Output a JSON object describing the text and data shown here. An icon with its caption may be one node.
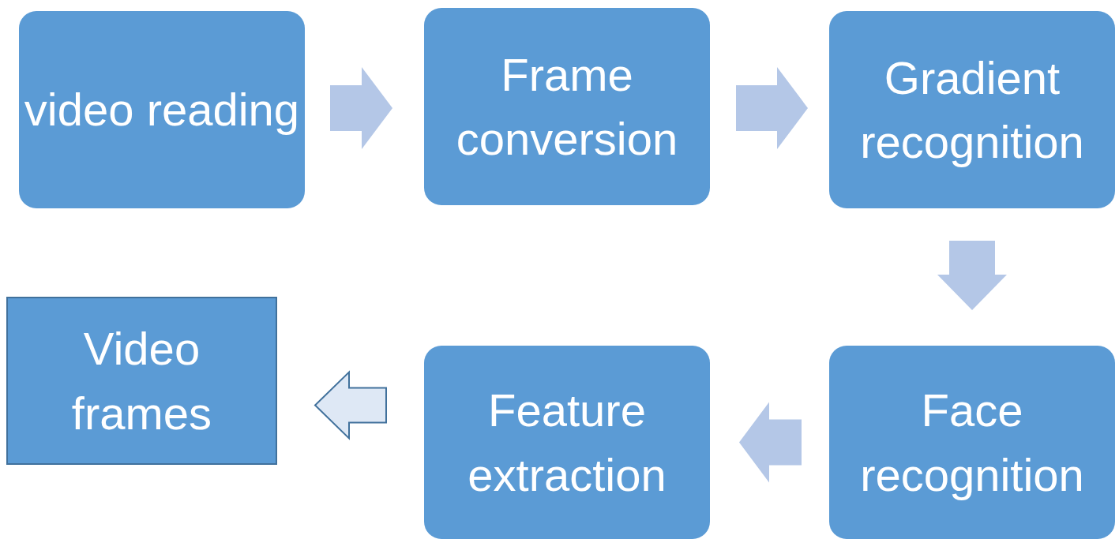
{
  "diagram": {
    "nodes": [
      {
        "text": [
          "video reading"
        ]
      },
      {
        "text": [
          "Frame conversion"
        ]
      },
      {
        "text": [
          "Gradient recognition"
        ]
      },
      {
        "text": [
          "Face recognition"
        ]
      },
      {
        "text": [
          "Feature extraction"
        ]
      },
      {
        "text": [
          "Video frames"
        ]
      }
    ],
    "edges": [
      {
        "from": 0,
        "to": 1,
        "arrow": "to"
      },
      {
        "from": 1,
        "to": 2,
        "arrow": "to"
      },
      {
        "from": 2,
        "to": 3,
        "arrow": "to"
      },
      {
        "from": 3,
        "to": 4,
        "arrow": "to"
      },
      {
        "from": 4,
        "to": 5,
        "arrow": "to",
        "color": "#dee8f5"
      }
    ]
  }
}
